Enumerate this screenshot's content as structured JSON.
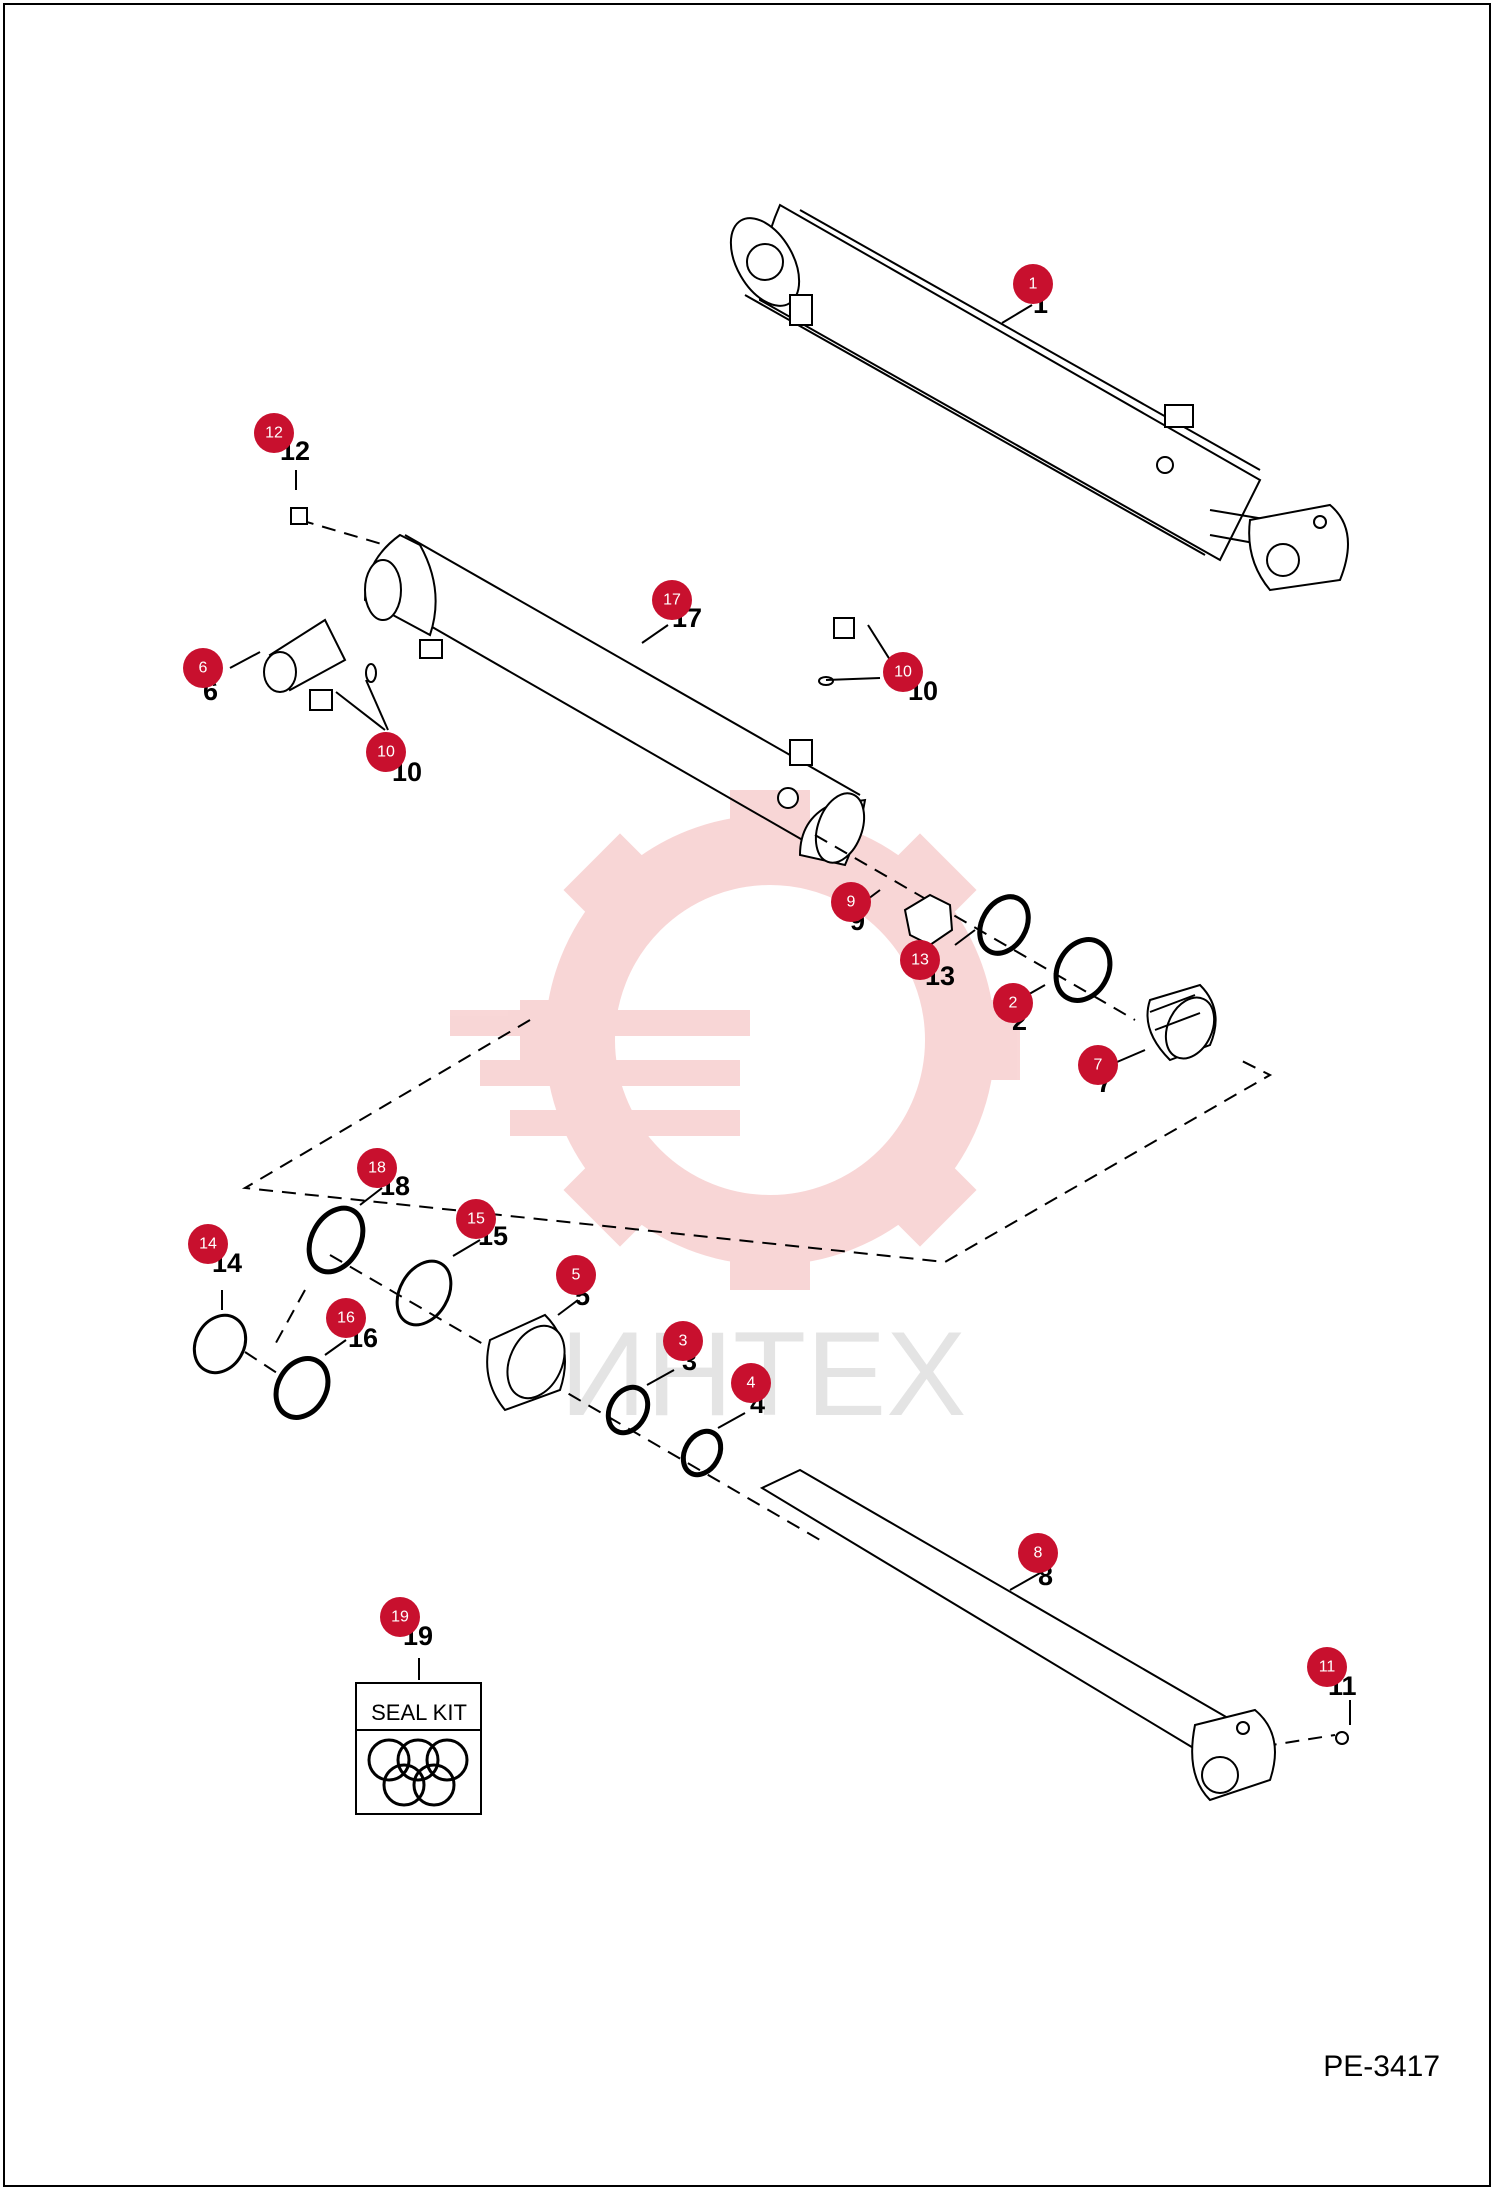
{
  "drawing_number": "PE-3417",
  "seal_kit": {
    "label": "SEAL KIT"
  },
  "watermark": {
    "text": "ИНТЕХ",
    "color": "#f4b6b6"
  },
  "badge_color": "#c8102e",
  "callouts": [
    {
      "id": "1",
      "plain": "1"
    },
    {
      "id": "2",
      "plain": "2"
    },
    {
      "id": "3",
      "plain": "3"
    },
    {
      "id": "4",
      "plain": "4"
    },
    {
      "id": "5",
      "plain": "5"
    },
    {
      "id": "6",
      "plain": "6"
    },
    {
      "id": "7",
      "plain": "7"
    },
    {
      "id": "8",
      "plain": "8"
    },
    {
      "id": "9",
      "plain": "9"
    },
    {
      "id": "10",
      "plain": "10"
    },
    {
      "id": "10",
      "plain": "10"
    },
    {
      "id": "11",
      "plain": "11"
    },
    {
      "id": "12",
      "plain": "12"
    },
    {
      "id": "13",
      "plain": "13"
    },
    {
      "id": "14",
      "plain": "14"
    },
    {
      "id": "15",
      "plain": "15"
    },
    {
      "id": "16",
      "plain": "16"
    },
    {
      "id": "17",
      "plain": "17"
    },
    {
      "id": "18",
      "plain": "18"
    },
    {
      "id": "19",
      "plain": "19"
    }
  ]
}
